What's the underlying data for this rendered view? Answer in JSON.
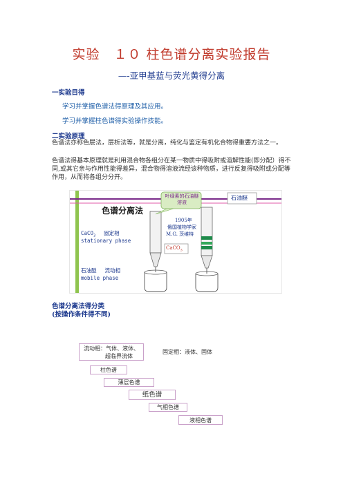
{
  "title": "实验　１０ 柱色谱分离实验报告",
  "subtitle": "—-亚甲基蓝与荧光黄得分离",
  "sec1": {
    "heading": "一实验目得",
    "lines": [
      "学习并掌握色谱法得原理及其应用。",
      "学习并掌握柱色谱得实验操作技能。"
    ]
  },
  "sec2": {
    "heading": "二实验原理",
    "para1": "色谱法亦称色层法，层析法等，就是分离，纯化与鉴定有机化合物得重要方法之一。",
    "para2": "色谱法得基本原理就是利用混合物各组分在某一物质中得吸附或溶解性能(即分配）得不同,或其它亲与作用性能得差异，混合物得溶液流经该种物质，进行反复得吸附或分配等作用，从而将各组分分开。"
  },
  "figure": {
    "title": "色谱分离法",
    "callout": "叶绿素的石油醚溶液",
    "solvent": "石油醚",
    "year": "1905年",
    "nationality": "俄国植物学家",
    "person": "M.G. 茨维特",
    "caco3_left": "CaCO",
    "caco3_sub": "3",
    "stationary_cn": "固定相",
    "stationary_en": "stationary phase",
    "mobile_cn": "石油醚　 流动相",
    "mobile_en": "mobile phase",
    "caco3_col": "CaCO",
    "caco3_col_sub": "3",
    "colors": {
      "green": "#1e8a4a",
      "purple": "#7a2a8a",
      "callout_bg": "#d9ecc3",
      "pink": "#e05aa8"
    }
  },
  "classify": {
    "heading1": "色谱分离法得分类",
    "heading2": "(按操作条件得不同)",
    "mobile_line1": "流动相：气体、液体、",
    "mobile_line2": "超临界流体",
    "stationary": "固定相：液体、固体",
    "steps": [
      "柱色谱",
      "薄层色谱",
      "纸色谱",
      "气相色谱",
      "液相色谱"
    ]
  }
}
